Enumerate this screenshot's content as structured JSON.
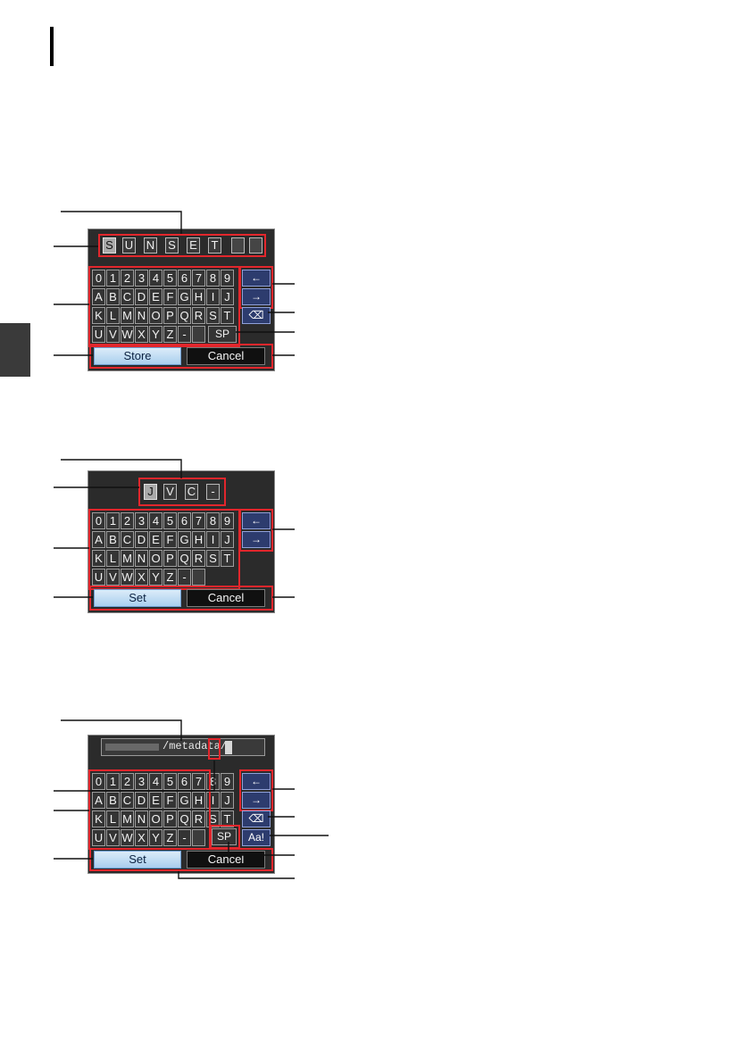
{
  "keyboard_rows": [
    [
      "0",
      "1",
      "2",
      "3",
      "4",
      "5",
      "6",
      "7",
      "8",
      "9"
    ],
    [
      "A",
      "B",
      "C",
      "D",
      "E",
      "F",
      "G",
      "H",
      "I",
      "J"
    ],
    [
      "K",
      "L",
      "M",
      "N",
      "O",
      "P",
      "Q",
      "R",
      "S",
      "T"
    ],
    [
      "U",
      "V",
      "W",
      "X",
      "Y",
      "Z",
      "-",
      "",
      ""
    ]
  ],
  "nav_keys": {
    "left": "←",
    "right": "→",
    "backspace": "⌫",
    "space": "SP",
    "case": "Aa!"
  },
  "screen1": {
    "chars": [
      "S",
      "U",
      "N",
      "S",
      "E",
      "T",
      "",
      ""
    ],
    "confirm_label": "Store",
    "cancel_label": "Cancel"
  },
  "screen2": {
    "chars": [
      "J",
      "V",
      "C",
      "-"
    ],
    "confirm_label": "Set",
    "cancel_label": "Cancel"
  },
  "screen3": {
    "path_text": "/metadata/",
    "confirm_label": "Set",
    "cancel_label": "Cancel"
  }
}
